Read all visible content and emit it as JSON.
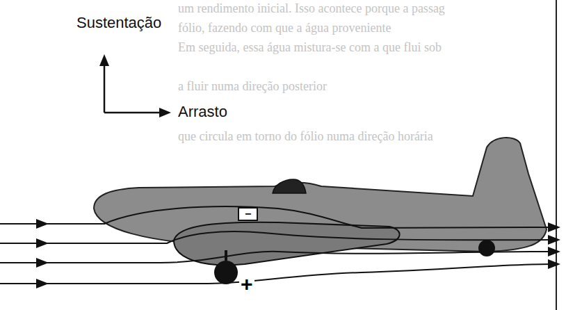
{
  "diagram": {
    "labels": [
      "um rendimento inicial. Isso acontece porque a passag",
      "fólio, fazendo com que a água proveniente",
      "Em seguida, essa água mistura-se com a que flui sob",
      "a fluir numa direção posterior",
      "que circula em torno do fólio numa direção horária",
      "Sustentação",
      "Arrasto",
      "−",
      "+"
    ]
  }
}
